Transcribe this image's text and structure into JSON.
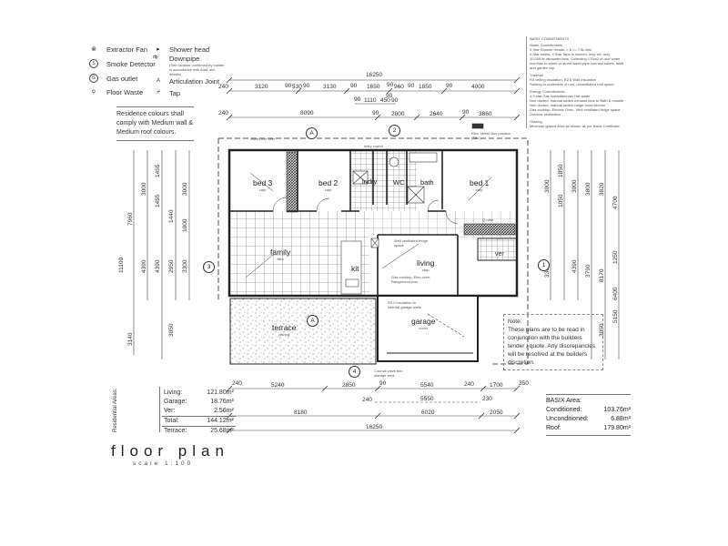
{
  "legend": {
    "items_left": [
      {
        "icon": "exhaust-fan-icon",
        "glyph": "⊗",
        "label": "Extractor Fan"
      },
      {
        "icon": "smoke-detector-icon",
        "glyph": "S",
        "label": "Smoke Detector"
      },
      {
        "icon": "gas-outlet-icon",
        "glyph": "G",
        "label": "Gas outlet"
      },
      {
        "icon": "floor-waste-icon",
        "glyph": "⚲",
        "label": "Floor Waste"
      }
    ],
    "items_right": [
      {
        "icon": "shower-head-icon",
        "glyph": "▸",
        "label": "Shower head"
      },
      {
        "icon": "downpipe-icon",
        "glyph": "dp",
        "label": "Downpipe",
        "note": "(See location confirmed by builder in accordance with Aust. std. details)"
      },
      {
        "icon": "articulation-joint-icon",
        "glyph": "A",
        "label": "Articulation Joint"
      },
      {
        "icon": "tap-icon",
        "glyph": "⌿",
        "label": "Tap"
      }
    ]
  },
  "colours_note": "Residence colours shall comply with Medium wall & Medium roof colours.",
  "basix_commitments": {
    "heading": "BASIX COMMITMENTS",
    "water_heading": "Water Commitments",
    "water": [
      "3 Star Shower Heads, > 6 <= 7.5L/min",
      "4 Star toilets, 4 Star Taps to kitchen, eng. ret. only",
      "10,000 ltr rainwater tank. Collecting 170m2 of roof water",
      "overflow to street or storm water pipe connect toilets, toilet",
      "and garden tap"
    ],
    "thermal_heading": "Thermal",
    "thermal": [
      "R3 ceiling insulation, R2.0 Wall Insulation",
      "Sarking to underside of roof, unventilated roof space"
    ],
    "energy_heading": "Energy Commitments",
    "energy": [
      "4.5 star Gas Instantaneous Hot water",
      "Non ducted, manual switch exhaust fans to Bath & ensuite",
      "Non ducted, manual switch range hood kitchen",
      "Gas cooktop, Electric Oven, Well ventilated fridge space",
      "Outdoor clothesline"
    ],
    "glazing_heading": "Glazing",
    "glazing": [
      "Minimum glazed Area as shown as per Basix Certificate"
    ]
  },
  "plan": {
    "rooms": [
      {
        "name": "bed 3",
        "sub": "carp"
      },
      {
        "name": "bed 2",
        "sub": "carp"
      },
      {
        "name": "lndry",
        "sub": ""
      },
      {
        "name": "WC",
        "sub": ""
      },
      {
        "name": "bath",
        "sub": ""
      },
      {
        "name": "bed 1",
        "sub": "carp"
      },
      {
        "name": "family",
        "sub": "tiles"
      },
      {
        "name": "kit",
        "sub": "tiles"
      },
      {
        "name": "living",
        "sub": "carp"
      },
      {
        "name": "ver",
        "sub": ""
      },
      {
        "name": "garage",
        "sub": "concr"
      },
      {
        "name": "terrace",
        "sub": "paving"
      }
    ],
    "annotations": [
      "Gutter line over",
      "Elec. Meter Box position (TBC)",
      "Well ventilated fridge space",
      "Gas cooktop, Elec oven, Rangehood over",
      "R2.0 insulation to internal garage walls",
      "Council valve box storage area",
      "Q-robe",
      "lndry cupbd"
    ],
    "section_markers": [
      "A",
      "2",
      "3",
      "1",
      "4",
      "A"
    ]
  },
  "dimensions": {
    "top": {
      "overall": "16250",
      "row1": [
        "240",
        "3120",
        "90",
        "530",
        "90",
        "3130",
        "90",
        "1650",
        "90",
        "960",
        "90",
        "1850",
        "90",
        "4000"
      ],
      "row2": [
        "90",
        "1110",
        "90",
        "450",
        "90"
      ],
      "row3": [
        "240",
        "8090",
        "90",
        "2000",
        "2640",
        "90",
        "3860"
      ]
    },
    "bottom": {
      "row1": [
        "240",
        "5240",
        "2850",
        "90",
        "5540",
        "240",
        "1700",
        "350"
      ],
      "row2": [
        "240",
        "5550",
        "230"
      ],
      "row3": [
        "8180",
        "6020",
        "2050"
      ],
      "overall": "16250"
    },
    "left": {
      "outer": [
        "7960",
        "3140"
      ],
      "col1": [
        "240",
        "3000",
        "90",
        "4390",
        "240"
      ],
      "col2": [
        "240",
        "1455",
        "90",
        "1455",
        "90",
        "4390",
        "240",
        "3050",
        "240"
      ],
      "col3": [
        "240",
        "1440",
        "90",
        "2950",
        "90"
      ],
      "col4": [
        "240",
        "3000",
        "90",
        "1000",
        "3300",
        "90"
      ],
      "overall": "11100"
    },
    "right": {
      "col1": [
        "240",
        "3000",
        "90",
        "1050",
        "90",
        "1000",
        "3300",
        "90"
      ],
      "col2": [
        "240",
        "1850",
        "90",
        "4390",
        "90"
      ],
      "col3": [
        "240",
        "3000",
        "3790",
        "90"
      ],
      "col4": [
        "240",
        "3800",
        "90",
        "8170",
        "90",
        "3050",
        "240"
      ],
      "col5": [
        "240",
        "3820",
        "90",
        "530",
        "240",
        "6400"
      ],
      "col6": [
        "4700",
        "1250",
        "5150"
      ]
    }
  },
  "areas": {
    "label": "Residential Areas:",
    "rows": [
      {
        "name": "Living:",
        "value": "121.80m²"
      },
      {
        "name": "Garage:",
        "value": "18.76m²"
      },
      {
        "name": "Ver:",
        "value": "2.56m²"
      },
      {
        "name": "Total:",
        "value": "144.12m²"
      },
      {
        "name": "Terrace:",
        "value": "25.68m²"
      }
    ]
  },
  "title": {
    "main": "floor plan",
    "scale": "scale 1:100"
  },
  "basix_area": {
    "label": "BASIX Area:",
    "rows": [
      {
        "name": "Conditioned:",
        "value": "103.76m²"
      },
      {
        "name": "Unconditioned:",
        "value": "6.88m²"
      },
      {
        "name": "Roof:",
        "value": "179.80m²"
      }
    ]
  },
  "note": {
    "heading": "Note:",
    "text": "These plans are to be read in conjunction with the builders tender / quote. Any discrepancies will be resolved at the builders discretion."
  }
}
